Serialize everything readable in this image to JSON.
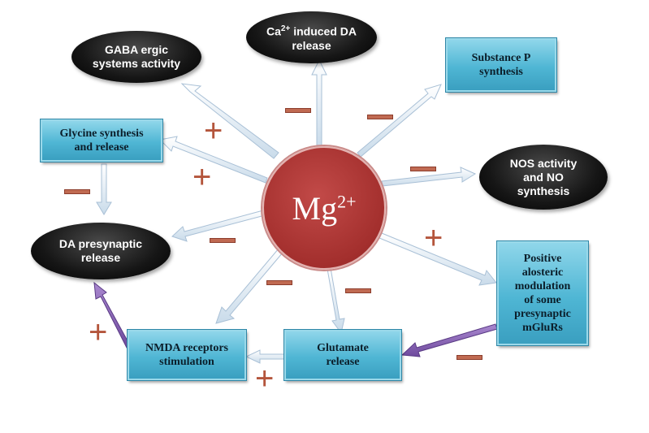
{
  "center": {
    "base": "Mg",
    "sup": "2+"
  },
  "nodes": {
    "gaba": {
      "line1": "GABA ergic",
      "line2": "systems activity"
    },
    "ca": {
      "ca": "Ca",
      "ca_sup": "2+",
      "line1_rest": " induced DA",
      "line2": "release"
    },
    "substance_p": {
      "line1": "Substance P",
      "line2": "synthesis"
    },
    "glycine": {
      "line1": "Glycine synthesis",
      "line2": "and release"
    },
    "nos": {
      "line1": "NOS activity",
      "line2": "and NO",
      "line3": "synthesis"
    },
    "da": {
      "line1": "DA presynaptic",
      "line2": "release"
    },
    "positive": {
      "lines": [
        "Positive",
        "alosteric",
        "modulation",
        "of some",
        "presynaptic",
        "mGluRs"
      ]
    },
    "nmda": {
      "line1": "NMDA receptors",
      "line2": "stimulation"
    },
    "glutamate": {
      "line1": "Glutamate",
      "line2": "release"
    }
  },
  "signs": {
    "plus": "+"
  },
  "colors": {
    "arrow_fill": "#e4eef7",
    "arrow_stroke": "#a9c0d6",
    "purple_arrow": "#8a63b5",
    "sign_color": "#c06a52"
  }
}
